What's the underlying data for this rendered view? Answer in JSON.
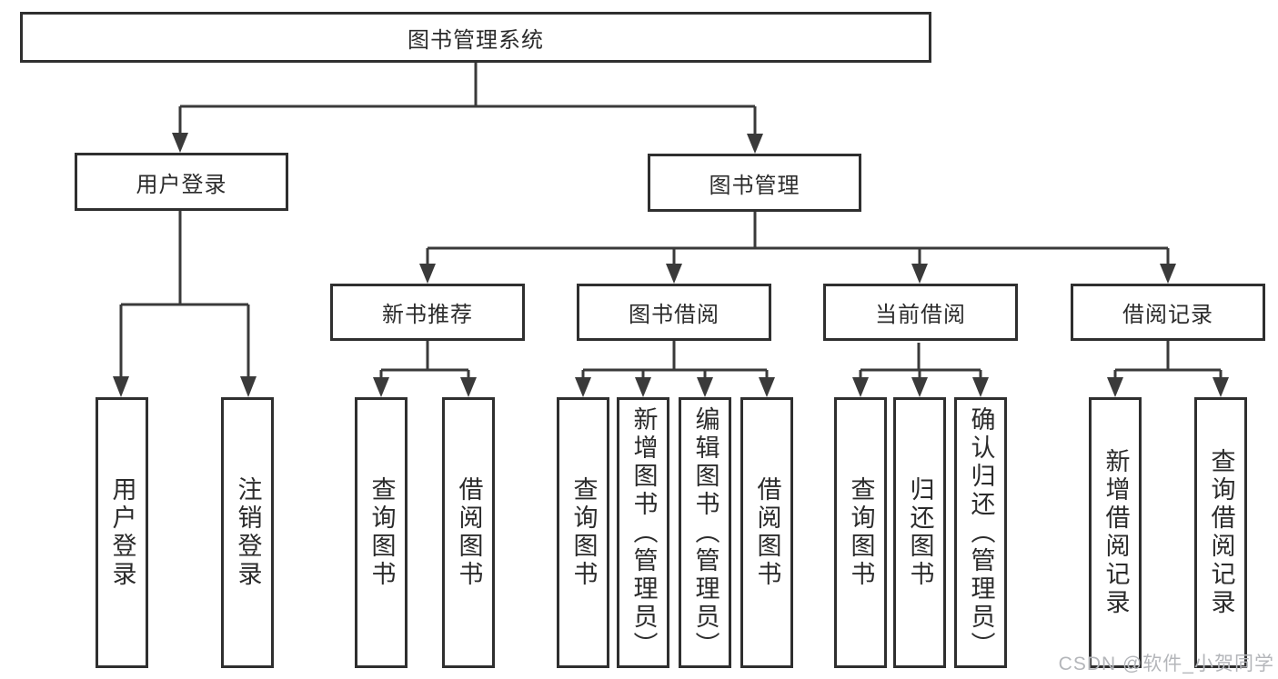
{
  "diagram_title": "图书管理系统",
  "tree": {
    "root": {
      "label": "图书管理系统",
      "children": [
        {
          "label": "用户登录",
          "children": [
            {
              "label": "用户登录"
            },
            {
              "label": "注销登录"
            }
          ]
        },
        {
          "label": "图书管理",
          "children": [
            {
              "label": "新书推荐",
              "children": [
                {
                  "label": "查询图书"
                },
                {
                  "label": "借阅图书"
                }
              ]
            },
            {
              "label": "图书借阅",
              "children": [
                {
                  "label": "查询图书"
                },
                {
                  "label": "新增图书（管理员）"
                },
                {
                  "label": "编辑图书（管理员）"
                },
                {
                  "label": "借阅图书"
                }
              ]
            },
            {
              "label": "当前借阅",
              "children": [
                {
                  "label": "查询图书"
                },
                {
                  "label": "归还图书"
                },
                {
                  "label": "确认归还（管理员）"
                }
              ]
            },
            {
              "label": "借阅记录",
              "children": [
                {
                  "label": "新增借阅记录"
                },
                {
                  "label": "查询借阅记录"
                }
              ]
            }
          ]
        }
      ]
    }
  },
  "watermark": {
    "text": "CSDN @软件_小贺同学"
  },
  "colors": {
    "line": "#3a3a3a",
    "box_border": "#2f2f2f",
    "text": "#2b2b2b",
    "background": "#ffffff",
    "watermark": "#b4b6ba"
  }
}
